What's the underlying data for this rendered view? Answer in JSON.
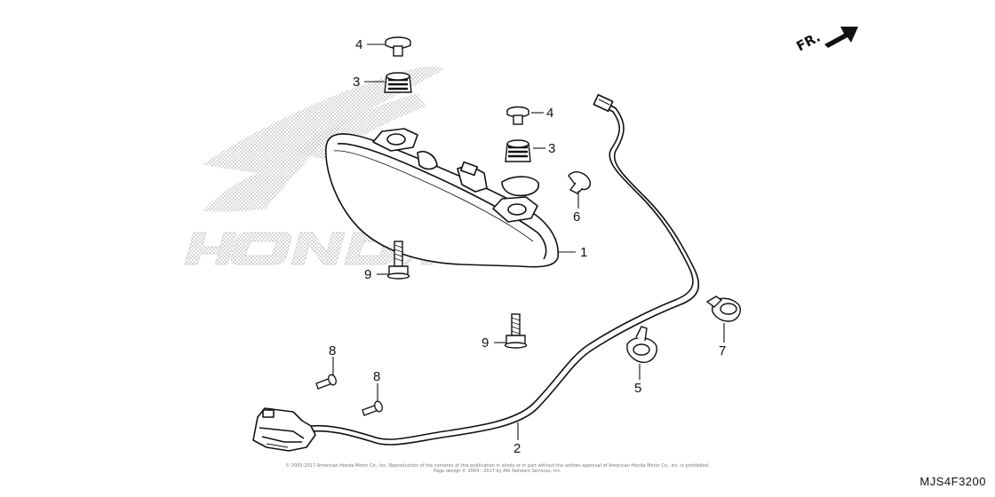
{
  "diagram": {
    "direction_label": "FR.",
    "code": "MJS4F3200",
    "copyright_line1": "© 2003-2017 American Honda Motor Co., Inc. Reproduction of the contents of this publication in whole or in part without the written approval of American Honda Motor Co., Inc. is prohibited.",
    "copyright_line2": "Page design © 2004 - 2017 by ARI Network Services, Inc.",
    "watermark_text": "HONDA"
  },
  "callouts": [
    {
      "id": "c4a",
      "label": "4"
    },
    {
      "id": "c3a",
      "label": "3"
    },
    {
      "id": "c4b",
      "label": "4"
    },
    {
      "id": "c3b",
      "label": "3"
    },
    {
      "id": "c6",
      "label": "6"
    },
    {
      "id": "c1",
      "label": "1"
    },
    {
      "id": "c9a",
      "label": "9"
    },
    {
      "id": "c9b",
      "label": "9"
    },
    {
      "id": "c8a",
      "label": "8"
    },
    {
      "id": "c8b",
      "label": "8"
    },
    {
      "id": "c5",
      "label": "5"
    },
    {
      "id": "c7",
      "label": "7"
    },
    {
      "id": "c2",
      "label": "2"
    }
  ],
  "colors": {
    "line": "#111111",
    "watermark": "#c8c8c8"
  }
}
